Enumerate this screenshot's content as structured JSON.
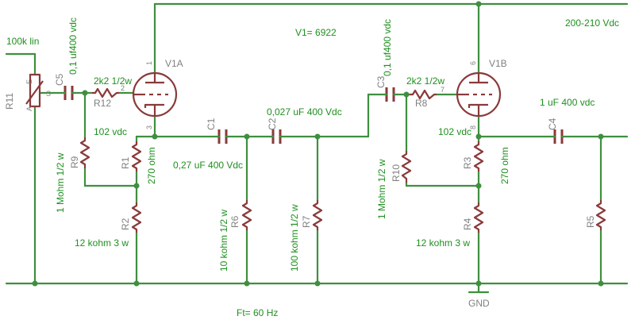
{
  "annotations": {
    "pot_value": "100k lin",
    "v1_label": "V1= 6922",
    "supply": "200-210 Vdc",
    "c5_value": "0,1 uf400 vdc",
    "r12_value": "2k2 1/2w",
    "c3_value": "0,1 uf400 vdc",
    "r8_value": "2k2 1/2w",
    "c2_value": "0,027 uF 400 Vdc",
    "c4_value": "1 uF 400 vdc",
    "c1_value": "0,27 uF 400 Vdc",
    "v1a_cathode_v": "102 vdc",
    "v1b_cathode_v": "102 vdc",
    "r1_value": "270 ohm",
    "r3_value": "270 ohm",
    "r9_value": "1 Mohm 1/2 w",
    "r10_value": "1 Mohm 1/2 w",
    "r2_value": "12 kohm 3 w",
    "r4_value": "12 kohm 3 w",
    "r6_value": "10 kohm 1/2 w",
    "r7_value": "100 kohm 1/2 w",
    "ft_label": "Ft= 60 Hz"
  },
  "refs": {
    "r11": "R11",
    "c5": "C5",
    "r12": "R12",
    "v1a": "V1A",
    "r9": "R9",
    "r1": "R1",
    "r2": "R2",
    "c1": "C1",
    "c2": "C2",
    "r6": "R6",
    "r7": "R7",
    "c3": "C3",
    "r8": "R8",
    "v1b": "V1B",
    "r10": "R10",
    "r3": "R3",
    "r4": "R4",
    "c4": "C4",
    "r5": "R5",
    "gnd": "GND"
  },
  "pins": {
    "pot_e": "E",
    "pot_s": "S",
    "pot_a": "A",
    "r12_2": "2",
    "r8_7": "7",
    "v1a_1": "1",
    "v1a_3": "3",
    "v1b_6": "6",
    "v1b_8": "8"
  }
}
